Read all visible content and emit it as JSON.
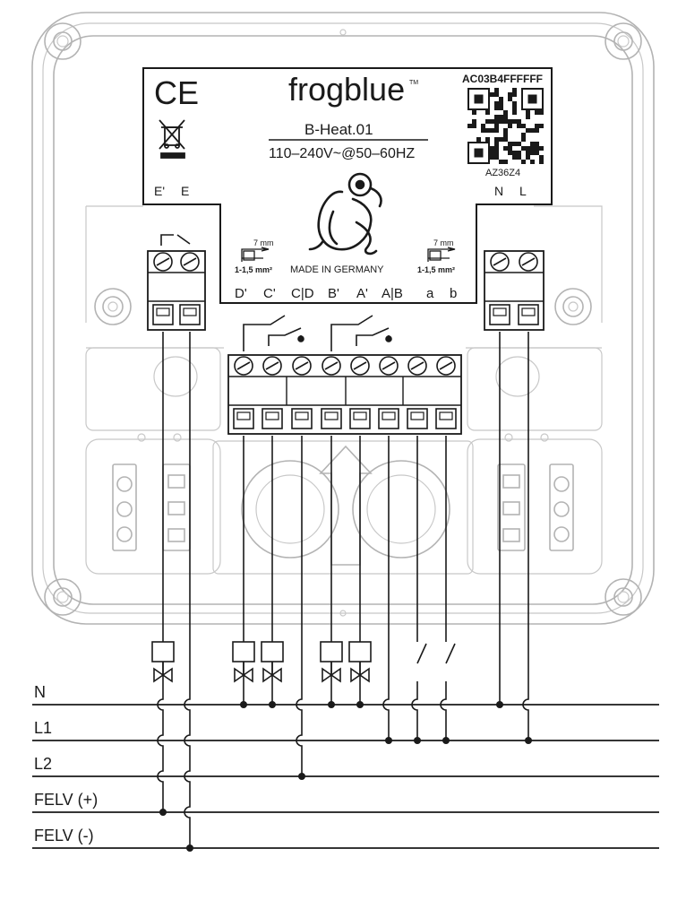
{
  "label": {
    "brand": "frogblue",
    "tm": "TM",
    "model": "B-Heat.01",
    "voltage": "110–240V~@50–60HZ",
    "made_in": "MADE IN GERMANY",
    "serial": "AC03B4FFFFFF",
    "qr_code_text": "AZ36Z4",
    "ce": "CE"
  },
  "terminals": {
    "left_block": [
      "E'",
      "E"
    ],
    "right_block": [
      "N",
      "L"
    ],
    "center_block": [
      "D'",
      "C'",
      "C|D",
      "B'",
      "A'",
      "A|B",
      "a",
      "b"
    ]
  },
  "strip_length": {
    "length": "7 mm",
    "cross_section": "1-1,5 mm²"
  },
  "bus_lines": [
    "N",
    "L1",
    "L2",
    "FELV (+)",
    "FELV (-)"
  ]
}
